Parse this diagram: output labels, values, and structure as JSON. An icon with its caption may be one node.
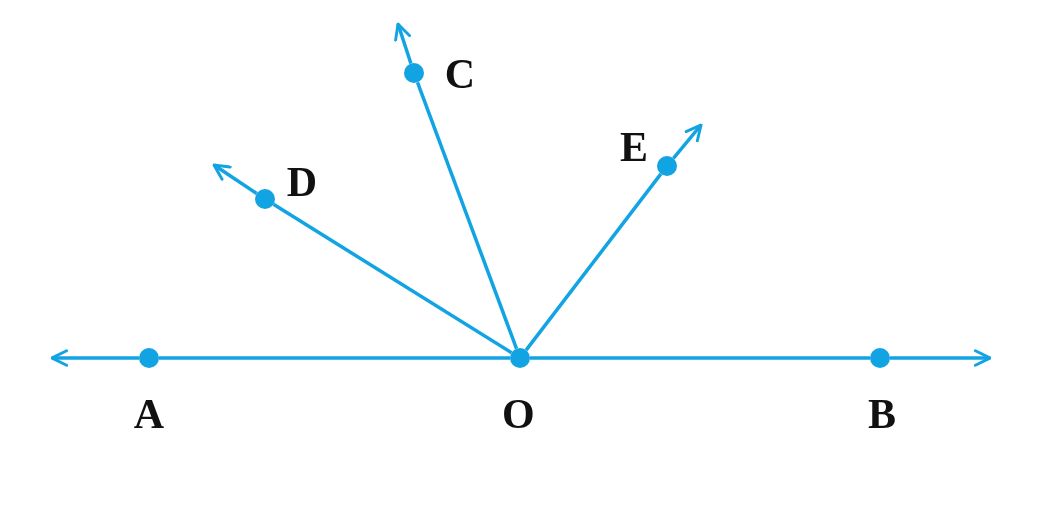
{
  "diagram": {
    "nodes": [
      {
        "text": [
          "C"
        ]
      },
      {
        "text": [
          "E"
        ]
      },
      {
        "text": [
          "D"
        ]
      },
      {
        "text": [
          "A"
        ]
      },
      {
        "text": [
          "O"
        ]
      },
      {
        "text": [
          "B"
        ]
      }
    ],
    "edges": [
      {
        "from": 4,
        "to": 0,
        "arrow": "none"
      },
      {
        "from": 0,
        "to": null,
        "arrow": "to"
      },
      {
        "from": 4,
        "to": 2,
        "arrow": "none"
      },
      {
        "from": 2,
        "to": null,
        "arrow": "to"
      },
      {
        "from": 4,
        "to": 1,
        "arrow": "none"
      },
      {
        "from": 1,
        "to": null,
        "arrow": "to"
      },
      {
        "from": 3,
        "to": 4,
        "arrow": "none"
      },
      {
        "from": 4,
        "to": 5,
        "arrow": "none"
      },
      {
        "from": 3,
        "to": null,
        "arrow": "to"
      },
      {
        "from": 5,
        "to": null,
        "arrow": "to"
      }
    ]
  }
}
